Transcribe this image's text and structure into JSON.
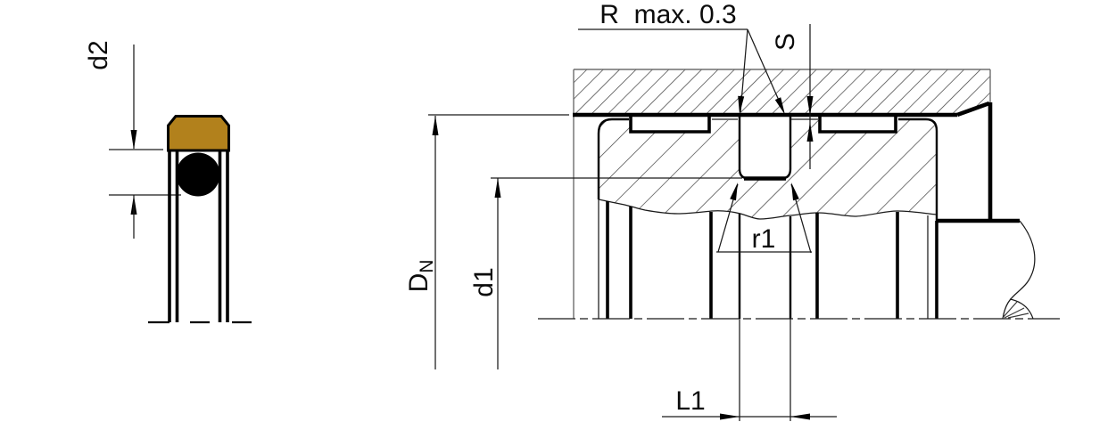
{
  "drawing": {
    "kind": "seal-installation-technical-drawing",
    "labels": {
      "radius_note": "R  max. 0.3",
      "clearance": "S",
      "bore_diameter_main": "D",
      "bore_diameter_sub": "N",
      "groove_diameter": "d1",
      "groove_corner_radius": "r1",
      "groove_width": "L1",
      "oring_cross_section": "d2"
    },
    "colors": {
      "background": "#ffffff",
      "line": "#000000",
      "slide_ring_fill": "#b2811c",
      "oring_fill": "#000000",
      "hatch": "#3a3a3a"
    }
  }
}
